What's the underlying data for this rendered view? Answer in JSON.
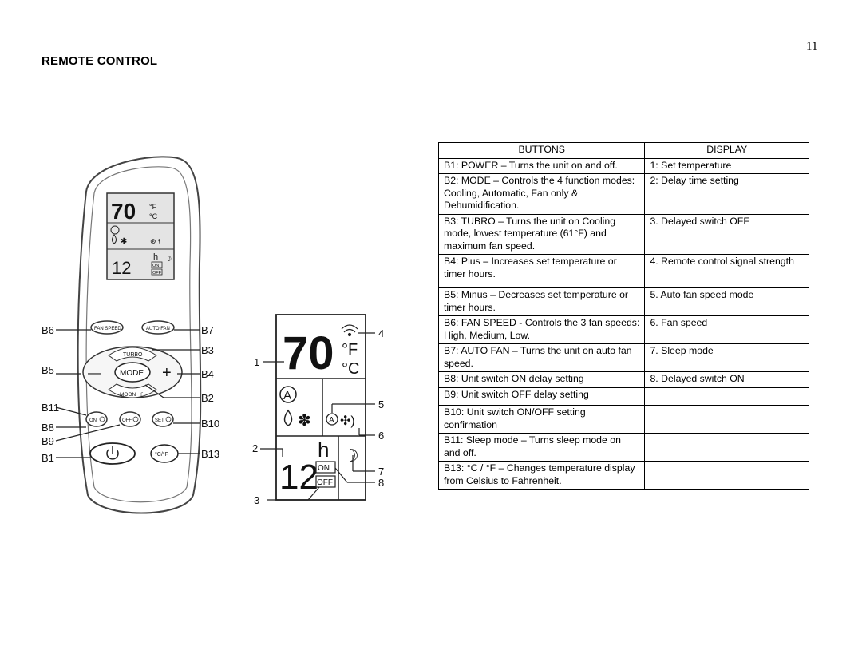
{
  "page_number": "11",
  "title": "REMOTE CONTROL",
  "figure": {
    "remote_lcd": {
      "temperature": "70",
      "unit_f": "°F",
      "unit_c": "°C",
      "hour": "h",
      "timer": "12",
      "on": "ON",
      "off": "OFF"
    },
    "remote_buttons": {
      "fan_speed": "FAN SPEED",
      "auto_fan": "AUTO FAN",
      "turbo": "TURBO",
      "mode": "MODE",
      "minus": "—",
      "plus": "+",
      "moon": "MOON",
      "on": "ON",
      "off": "OFF",
      "set": "SET",
      "cf": "°C/°F"
    },
    "remote_callouts": {
      "b6": "B6",
      "b7": "B7",
      "b3": "B3",
      "b5": "B5",
      "b4": "B4",
      "b2": "B2",
      "b11": "B11",
      "b8": "B8",
      "b10": "B10",
      "b9": "B9",
      "b1": "B1",
      "b13": "B13"
    },
    "display": {
      "temperature": "70",
      "unit_f": "°F",
      "unit_c": "°C",
      "auto": "A",
      "hour": "h",
      "timer": "12",
      "on": "ON",
      "off": "OFF"
    },
    "display_callouts": {
      "n1": "1",
      "n2": "2",
      "n3": "3",
      "n4": "4",
      "n5": "5",
      "n6": "6",
      "n7": "7",
      "n8": "8"
    }
  },
  "table": {
    "headers": [
      "BUTTONS",
      "DISPLAY"
    ],
    "rows": [
      [
        "B1: POWER – Turns the unit on and off.",
        "1: Set temperature"
      ],
      [
        "B2: MODE – Controls the 4 function modes: Cooling, Automatic, Fan only & Dehumidification.",
        "2: Delay time setting"
      ],
      [
        "B3: TUBRO – Turns the unit on Cooling mode, lowest temperature (61°F) and maximum fan speed.",
        "3. Delayed switch OFF"
      ],
      [
        "B4: Plus – Increases set temperature or timer hours.",
        "4. Remote control signal strength"
      ],
      [
        "B5: Minus – Decreases set temperature or timer hours.",
        "5. Auto fan speed mode"
      ],
      [
        "B6: FAN SPEED - Controls the 3 fan speeds: High, Medium, Low.",
        "6. Fan speed"
      ],
      [
        "B7: AUTO FAN – Turns the unit on auto fan speed.",
        "7. Sleep mode"
      ],
      [
        "B8: Unit switch ON delay setting",
        "8. Delayed switch ON"
      ],
      [
        "B9: Unit switch OFF delay setting",
        ""
      ],
      [
        "B10: Unit switch ON/OFF setting confirmation",
        ""
      ],
      [
        "B11: Sleep mode – Turns sleep mode on and off.",
        ""
      ],
      [
        "B13: °C / °F – Changes temperature display from Celsius to Fahrenheit.",
        ""
      ]
    ]
  }
}
